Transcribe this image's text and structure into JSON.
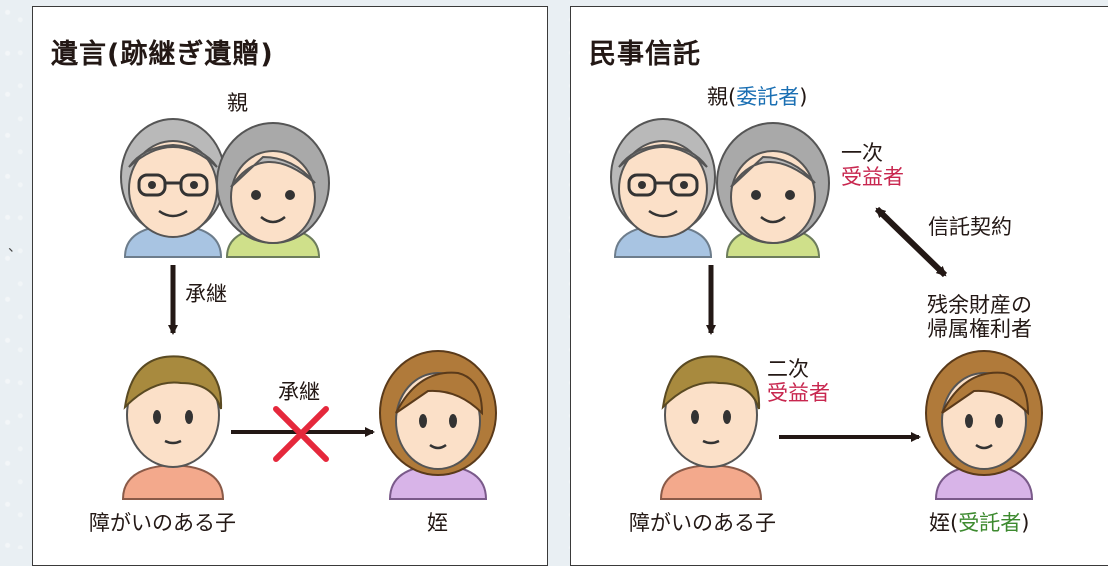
{
  "left": {
    "title": "遺言(跡継ぎ遺贈)",
    "parent_label": "親",
    "inherit_label_1": "承継",
    "inherit_label_2": "承継",
    "child_label": "障がいのある子",
    "niece_label": "姪"
  },
  "right": {
    "title": "民事信託",
    "parent_label_main": "親",
    "paren_open": "(",
    "paren_close": ")",
    "parent_role": "委託者",
    "first_order": "一次",
    "beneficiary_1": "受益者",
    "trust_contract": "信託契約",
    "residual_line1": "残余財産の",
    "residual_line2": "帰属権利者",
    "second_order": "二次",
    "beneficiary_2": "受益者",
    "child_label": "障がいのある子",
    "niece_main": "姪",
    "niece_role": "受託者"
  },
  "edge_marks": [
    "、"
  ],
  "colors": {
    "role_blue": "#1a6fb3",
    "beneficiary_red": "#c8274f",
    "trustee_green": "#3d8a2f",
    "cross_red": "#e5283c"
  }
}
